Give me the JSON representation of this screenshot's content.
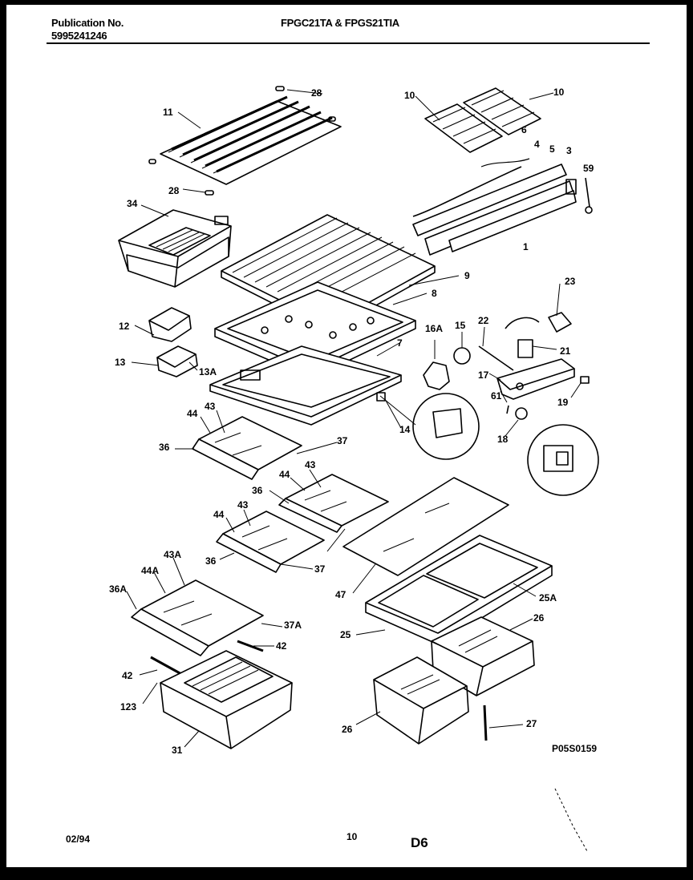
{
  "header": {
    "publication_label": "Publication No.",
    "publication_number": "5995241246",
    "models": "FPGC21TA & FPGS21TIA"
  },
  "labels": [
    "11",
    "28",
    "28",
    "34",
    "10",
    "10",
    "6",
    "4",
    "5",
    "3",
    "59",
    "1",
    "9",
    "23",
    "8",
    "12",
    "16A",
    "15",
    "22",
    "7",
    "21",
    "13",
    "13A",
    "17",
    "61",
    "19",
    "44",
    "43",
    "14",
    "18",
    "36",
    "37",
    "43",
    "44",
    "36",
    "43",
    "44",
    "36",
    "37",
    "43A",
    "44A",
    "36A",
    "47",
    "25A",
    "26",
    "37A",
    "25",
    "42",
    "42",
    "123",
    "26",
    "27",
    "31"
  ],
  "drawing_number": "P05S0159",
  "footer": {
    "date": "02/94",
    "page": "10",
    "section": "D6"
  }
}
